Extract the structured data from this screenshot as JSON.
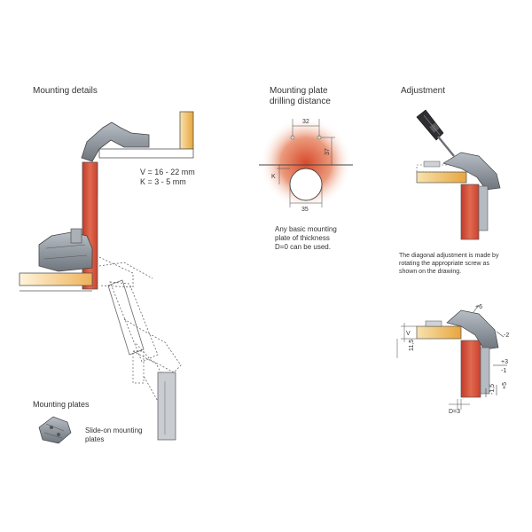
{
  "sections": {
    "mounting_details": "Mounting details",
    "drilling_l1": "Mounting plate",
    "drilling_l2": "drilling distance",
    "adjustment": "Adjustment",
    "mounting_plates": "Mounting plates"
  },
  "specs": {
    "v": "V = 16 - 22 mm",
    "k": "K = 3 - 5 mm"
  },
  "drilling": {
    "d32": "32",
    "d37": "37",
    "d35": "35",
    "k": "K",
    "note_l1": "Any basic mounting",
    "note_l2": "plate of thickness",
    "note_l3": "D=0 can be used."
  },
  "adjust_note": {
    "l1": "The diagonal adjustment is made by",
    "l2": "rotating the appropriate screw as",
    "l3": "shown on the drawing."
  },
  "adj_dims": {
    "p6": "+6",
    "m2": "-2",
    "p3": "+3",
    "m1": "-1",
    "p5": "+5",
    "m15": "-1,5",
    "h11": "11,5",
    "v": "V",
    "d": "D=3"
  },
  "plates": {
    "l1": "Slide-on mounting",
    "l2": "plates"
  },
  "colors": {
    "door": "#d6503d",
    "panel": "#e8a53c",
    "metal": "#8d949c"
  }
}
